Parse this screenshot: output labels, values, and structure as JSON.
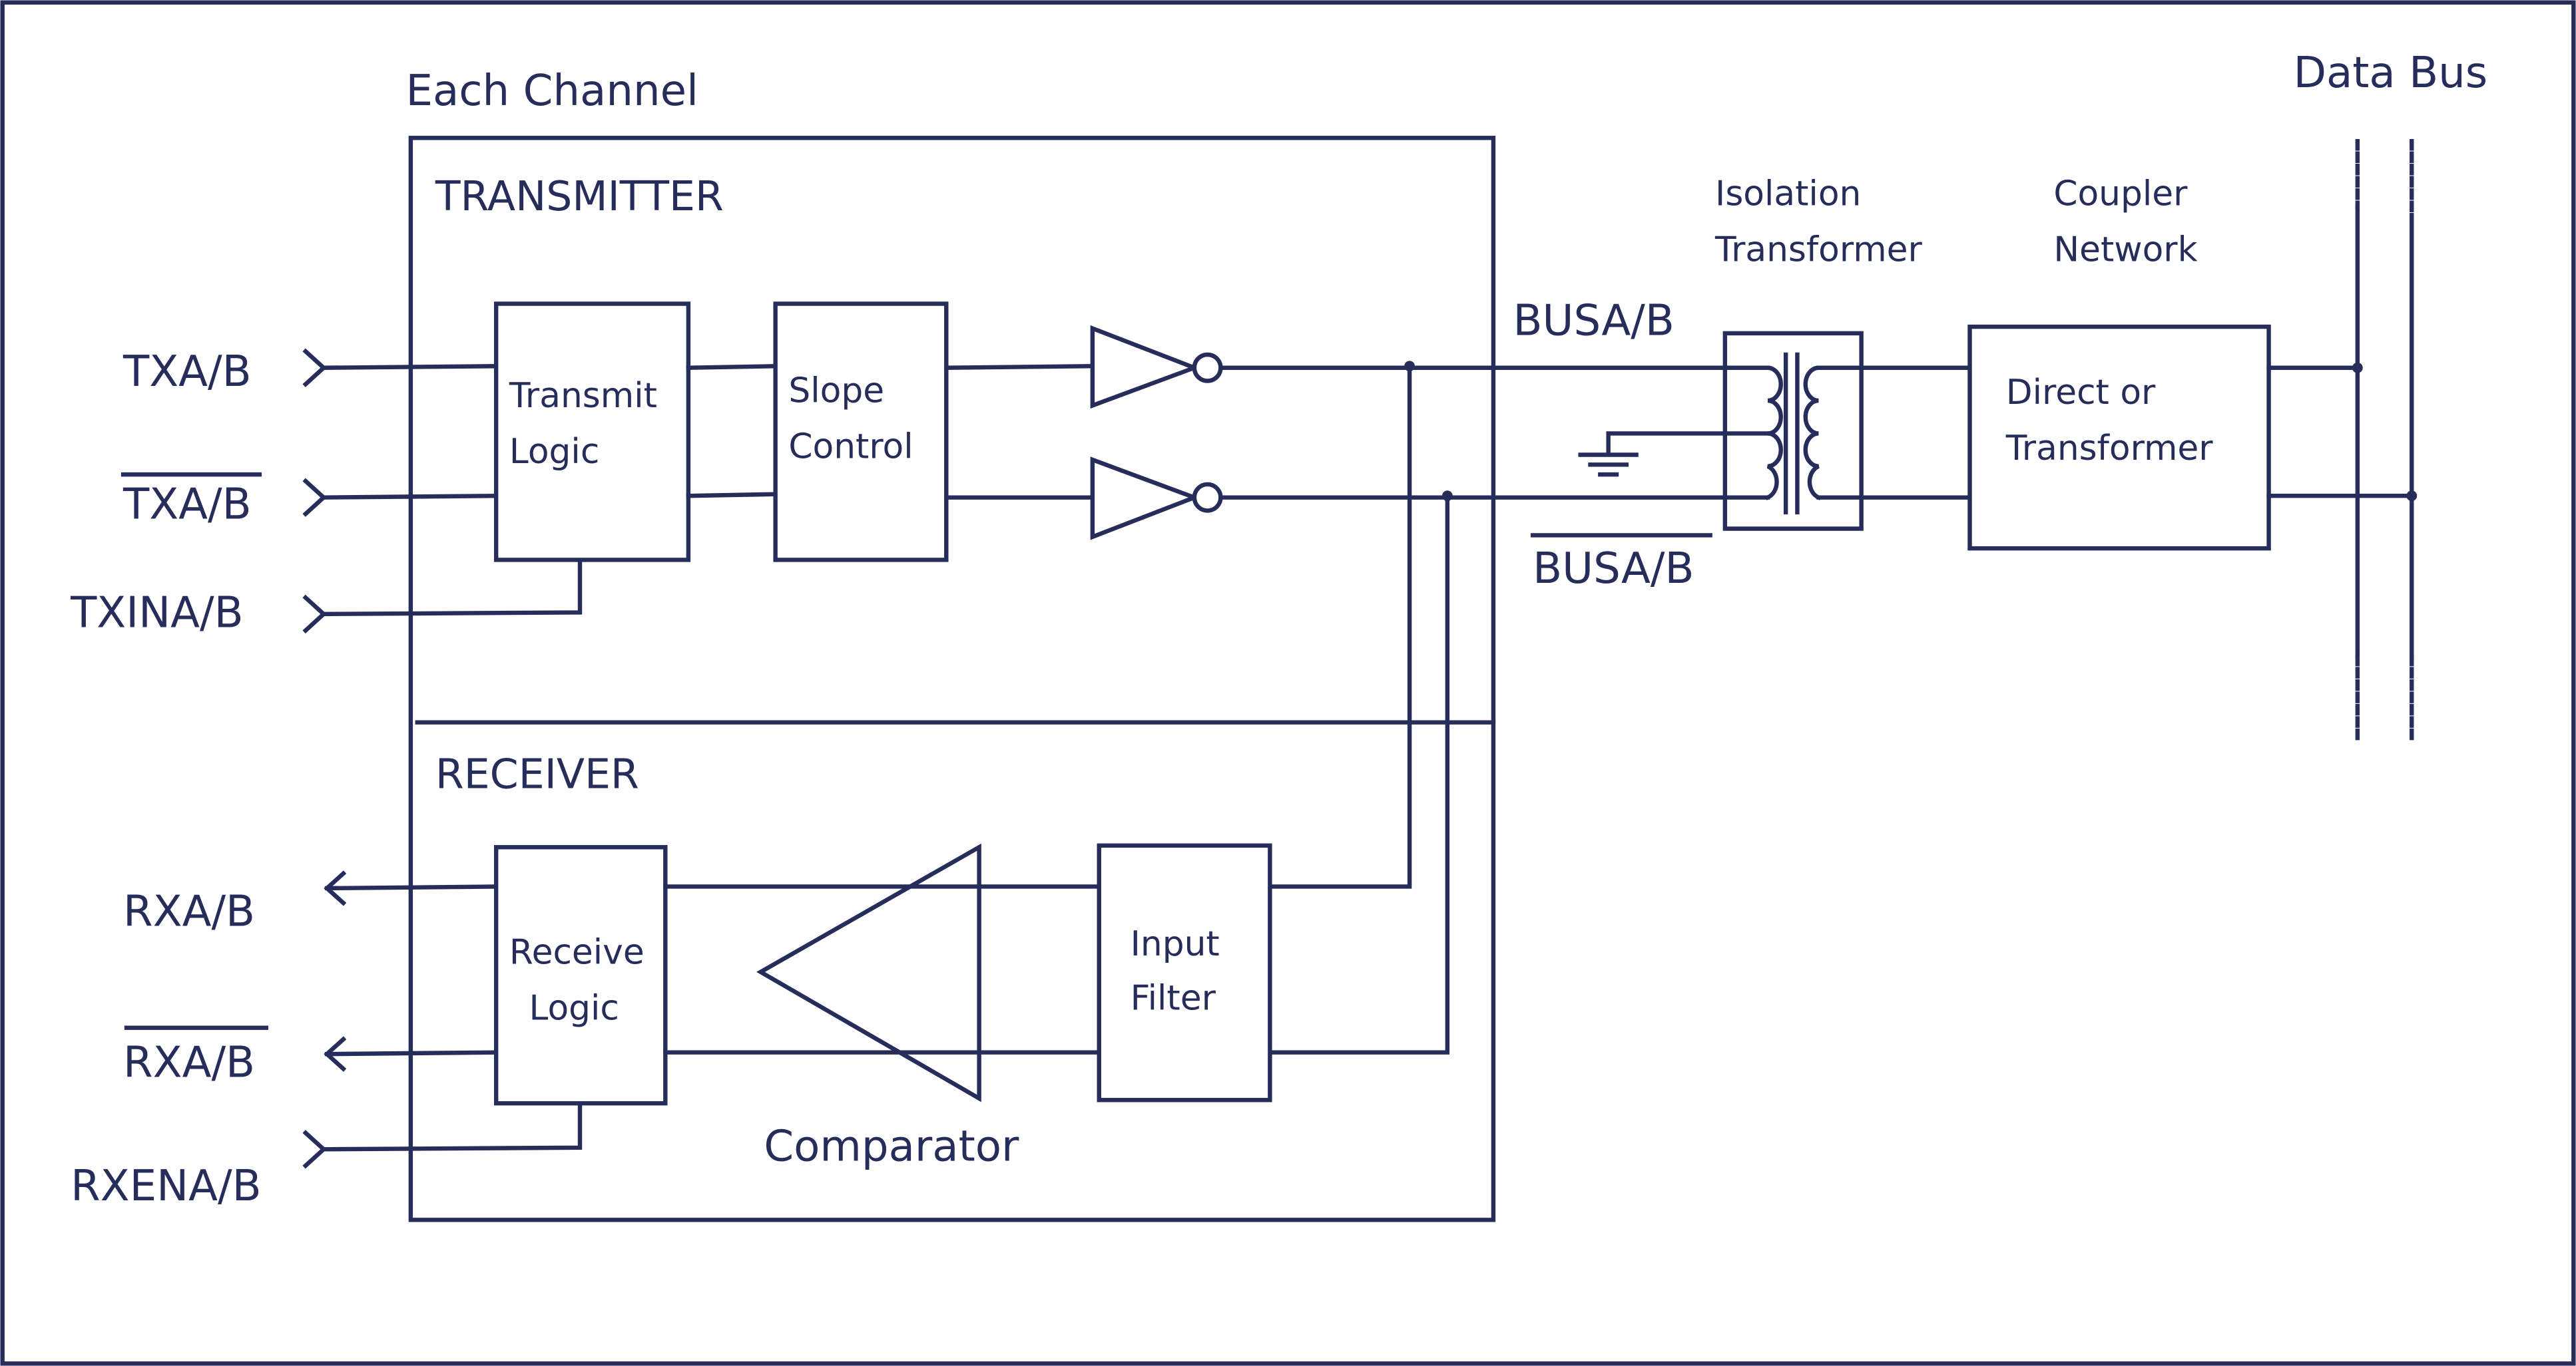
{
  "colors": {
    "ink": "#262d5a",
    "background": "#ffffff"
  },
  "labels": {
    "each_channel": "Each Channel",
    "transmitter": "TRANSMITTER",
    "receiver": "RECEIVER",
    "data_bus": "Data Bus",
    "isolation_transformer": [
      "Isolation",
      "Transformer"
    ],
    "coupler_network": [
      "Coupler",
      "Network"
    ],
    "busa_b": "BUSA/B",
    "busa_b_bar": "BUSA/B",
    "comparator": "Comparator"
  },
  "blocks": {
    "transmit_logic": [
      "Transmit",
      "Logic"
    ],
    "slope_control": [
      "Slope",
      "Control"
    ],
    "receive_logic": [
      "Receive",
      "Logic"
    ],
    "input_filter": [
      "Input",
      "Filter"
    ],
    "coupler": [
      "Direct or",
      "Transformer"
    ]
  },
  "signals": {
    "txa_b": {
      "label": "TXA/B",
      "overbar": false,
      "direction": "input"
    },
    "txa_b_bar": {
      "label": "TXA/B",
      "overbar": true,
      "direction": "input"
    },
    "txina_b": {
      "label": "TXINA/B",
      "overbar": false,
      "direction": "input"
    },
    "rxa_b": {
      "label": "RXA/B",
      "overbar": false,
      "direction": "output"
    },
    "rxa_b_bar": {
      "label": "RXA/B",
      "overbar": true,
      "direction": "output"
    },
    "rxena_b": {
      "label": "RXENA/B",
      "overbar": false,
      "direction": "input"
    }
  },
  "icons": {
    "driver": "inverting-buffer-icon",
    "comparator": "comparator-triangle-icon",
    "ground": "ground-icon",
    "transformer": "transformer-coil-icon"
  }
}
